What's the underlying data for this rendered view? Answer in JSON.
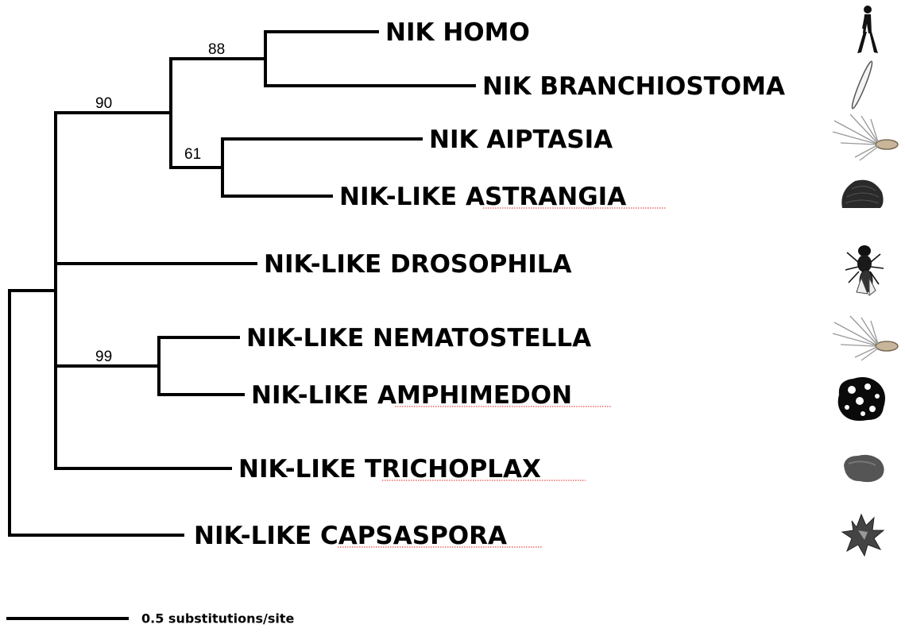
{
  "tree": {
    "leaves": [
      {
        "id": "homo",
        "prefix": "NIK",
        "genus": "HOMO",
        "organism_icon": "human-walking-icon"
      },
      {
        "id": "branchiostoma",
        "prefix": "NIK",
        "genus": "BRANCHIOSTOMA",
        "organism_icon": "lancelet-icon"
      },
      {
        "id": "aiptasia",
        "prefix": "NIK",
        "genus": "AIPTASIA",
        "organism_icon": "anemone-icon"
      },
      {
        "id": "astrangia",
        "prefix": "NIK-LIKE",
        "genus": "ASTRANGIA",
        "organism_icon": "coral-icon",
        "spellcheck_underline": true
      },
      {
        "id": "drosophila",
        "prefix": "NIK-LIKE",
        "genus": "DROSOPHILA",
        "organism_icon": "fly-icon"
      },
      {
        "id": "nematostella",
        "prefix": "NIK-LIKE",
        "genus": "NEMATOSTELLA",
        "organism_icon": "anemone-icon"
      },
      {
        "id": "amphimedon",
        "prefix": "NIK-LIKE",
        "genus": "AMPHIMEDON",
        "organism_icon": "sponge-icon",
        "spellcheck_underline": true
      },
      {
        "id": "trichoplax",
        "prefix": "NIK-LIKE",
        "genus": "TRICHOPLAX",
        "organism_icon": "placozoan-icon",
        "spellcheck_underline": true
      },
      {
        "id": "capsaspora",
        "prefix": "NIK-LIKE",
        "genus": "CAPSASPORA",
        "organism_icon": "amoeba-icon",
        "spellcheck_underline": true
      }
    ],
    "support_values": [
      "88",
      "90",
      "61",
      "99"
    ],
    "scale_bar_label": "0.5 substitutions/site"
  }
}
